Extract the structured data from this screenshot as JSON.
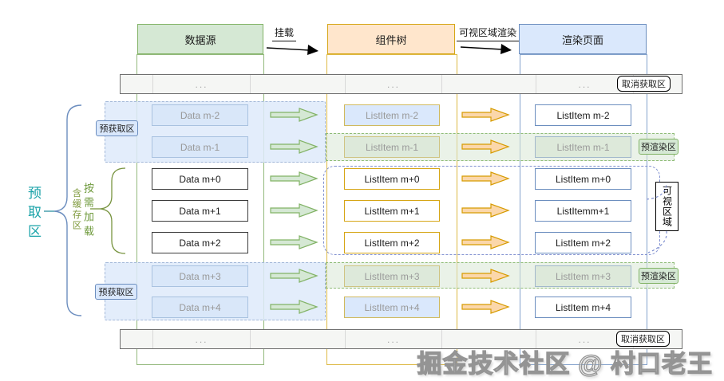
{
  "columns": [
    {
      "title": "数据源"
    },
    {
      "title": "组件树"
    },
    {
      "title": "渲染页面"
    }
  ],
  "flow": {
    "mount_label": "挂载",
    "visible_render_label": "可视区域渲染"
  },
  "rows": [
    {
      "data": "Data m-2",
      "component": "ListItem m-2",
      "page": "ListItem m-2"
    },
    {
      "data": "Data m-1",
      "component": "ListItem m-1",
      "page": "ListItem m-1"
    },
    {
      "data": "Data m+0",
      "component": "ListItem m+0",
      "page": "ListItem m+0"
    },
    {
      "data": "Data m+1",
      "component": "ListItem m+1",
      "page": "ListItemm+1"
    },
    {
      "data": "Data m+2",
      "component": "ListItem m+2",
      "page": "ListItem m+2"
    },
    {
      "data": "Data m+3",
      "component": "ListItem m+3",
      "page": "ListItem m+3"
    },
    {
      "data": "Data m+4",
      "component": "ListItem m+4",
      "page": "ListItem m+4"
    }
  ],
  "ellipsis": "...",
  "labels": {
    "cancel_fetch": "取消获取区",
    "prefetch_small": "预获取区",
    "prerender": "预渲染区",
    "visible_area": "可视区域",
    "prefetch_zone": "预取区",
    "on_demand_load": "按需加载",
    "with_cache_zone": "含缓存区"
  },
  "watermark": "掘金技术社区 @ 村口老王",
  "colors": {
    "green_border": "#82b366",
    "green_fill": "#d5e8d4",
    "orange_border": "#d79b00",
    "orange_fill": "#ffe6cc",
    "blue_border": "#6c8ebf",
    "blue_fill": "#dae8fc",
    "teal_text": "#18a2a8",
    "olive_text": "#6f9a3d"
  }
}
